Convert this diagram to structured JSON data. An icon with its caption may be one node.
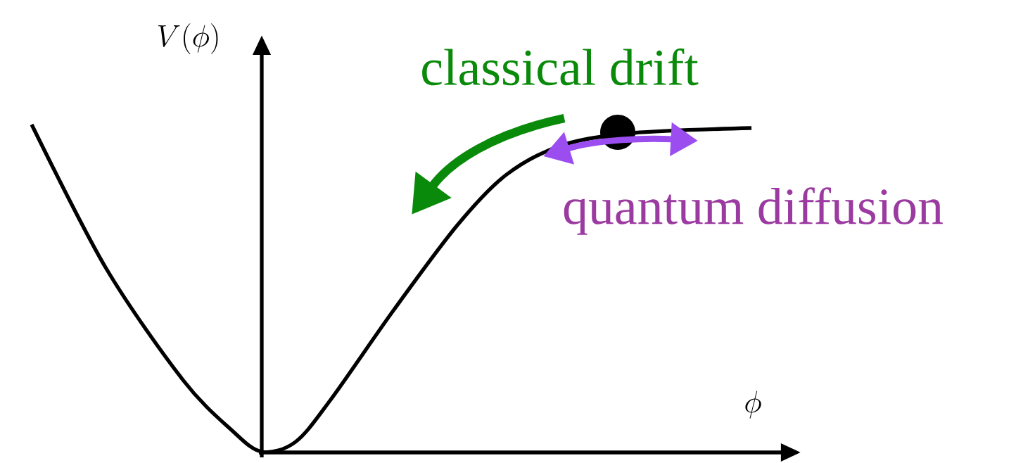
{
  "diagram": {
    "labels": [
      "V(\\phi)",
      "classical drift",
      "quantum diffusion",
      "\\phi"
    ]
  }
}
